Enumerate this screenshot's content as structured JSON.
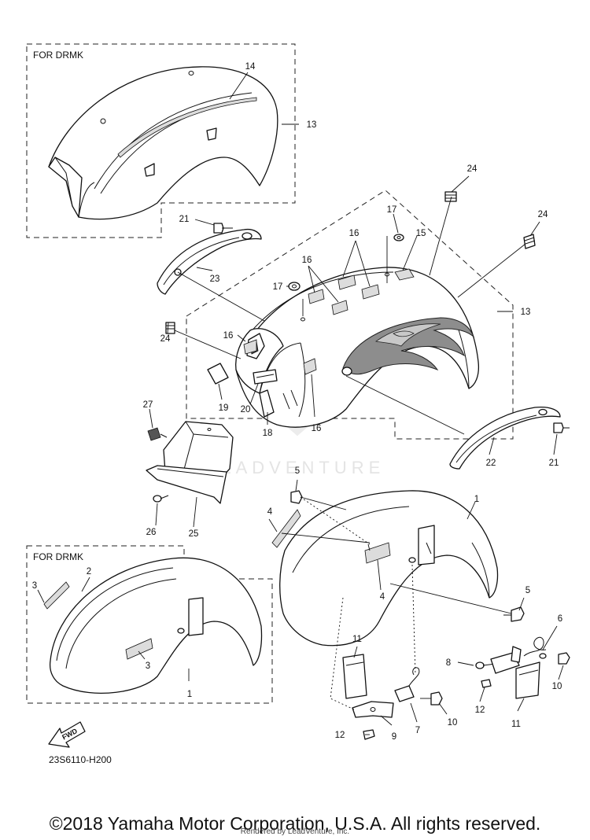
{
  "diagram": {
    "frame_labels": [
      "FOR DRMK",
      "FOR DRMK"
    ],
    "drawing_code": "23S6110-H200",
    "fwd_arrow_label": "FWD",
    "watermark": "LEADVENTURE",
    "copyright": "©2018 Yamaha Motor Corporation, U.S.A. All rights reserved.",
    "rendered_by": "Rendered by LeadVenture, Inc.",
    "callouts": [
      {
        "id": "c14a",
        "text": "14"
      },
      {
        "id": "c13a",
        "text": "13"
      },
      {
        "id": "c24a",
        "text": "24"
      },
      {
        "id": "c24b",
        "text": "24"
      },
      {
        "id": "c24c",
        "text": "24"
      },
      {
        "id": "c21a",
        "text": "21"
      },
      {
        "id": "c21b",
        "text": "21"
      },
      {
        "id": "c17a",
        "text": "17"
      },
      {
        "id": "c17b",
        "text": "17"
      },
      {
        "id": "c16a",
        "text": "16"
      },
      {
        "id": "c16b",
        "text": "16"
      },
      {
        "id": "c16c",
        "text": "16"
      },
      {
        "id": "c16d",
        "text": "16"
      },
      {
        "id": "c15",
        "text": "15"
      },
      {
        "id": "c23",
        "text": "23"
      },
      {
        "id": "c13b",
        "text": "13"
      },
      {
        "id": "c19",
        "text": "19"
      },
      {
        "id": "c20",
        "text": "20"
      },
      {
        "id": "c18",
        "text": "18"
      },
      {
        "id": "c22",
        "text": "22"
      },
      {
        "id": "c27",
        "text": "27"
      },
      {
        "id": "c26",
        "text": "26"
      },
      {
        "id": "c25",
        "text": "25"
      },
      {
        "id": "c5a",
        "text": "5"
      },
      {
        "id": "c5b",
        "text": "5"
      },
      {
        "id": "c4a",
        "text": "4"
      },
      {
        "id": "c4b",
        "text": "4"
      },
      {
        "id": "c1a",
        "text": "1"
      },
      {
        "id": "c1b",
        "text": "1"
      },
      {
        "id": "c2",
        "text": "2"
      },
      {
        "id": "c3a",
        "text": "3"
      },
      {
        "id": "c3b",
        "text": "3"
      },
      {
        "id": "c6",
        "text": "6"
      },
      {
        "id": "c8",
        "text": "8"
      },
      {
        "id": "c10a",
        "text": "10"
      },
      {
        "id": "c10b",
        "text": "10"
      },
      {
        "id": "c11a",
        "text": "11"
      },
      {
        "id": "c11b",
        "text": "11"
      },
      {
        "id": "c12a",
        "text": "12"
      },
      {
        "id": "c12b",
        "text": "12"
      },
      {
        "id": "c7",
        "text": "7"
      },
      {
        "id": "c9",
        "text": "9"
      }
    ]
  }
}
